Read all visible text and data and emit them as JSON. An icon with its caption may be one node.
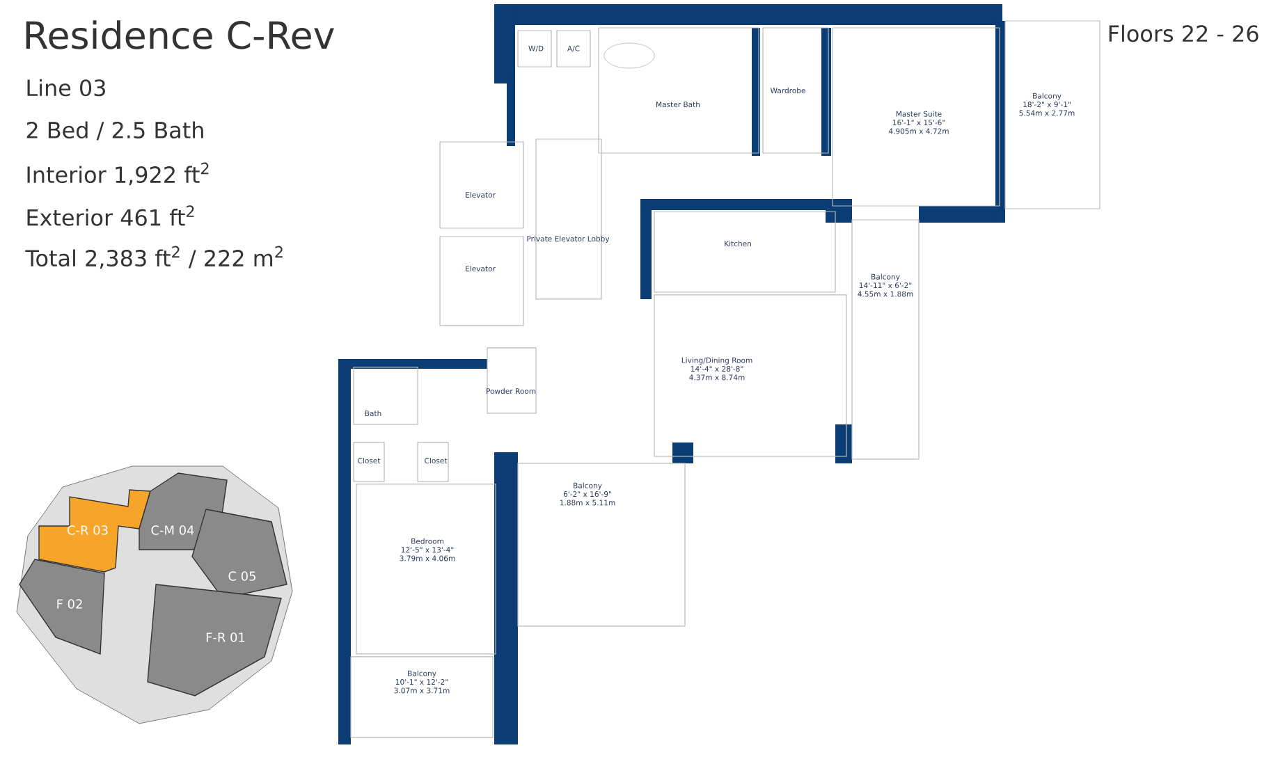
{
  "diagram": {
    "title": "Residence C-Rev",
    "nodes": [
      {
        "text": [
          "W/D"
        ]
      },
      {
        "text": [
          "A/C"
        ]
      },
      {
        "text": [
          "Master Bath"
        ]
      },
      {
        "text": [
          "Wardrobe"
        ]
      },
      {
        "text": [
          "Master Suite",
          "16'-1\" x 15'-6\"",
          "4.905m x 4.72m"
        ]
      },
      {
        "text": [
          "Balcony",
          "18'-2\" x 9'-1\"",
          "5.54m x 2.77m"
        ]
      },
      {
        "text": [
          "Elevator"
        ]
      },
      {
        "text": [
          "Private Elevator Lobby"
        ]
      },
      {
        "text": [
          "Kitchen"
        ]
      },
      {
        "text": [
          "Elevator"
        ]
      },
      {
        "text": [
          "Balcony",
          "14'-11\" x 6'-2\"",
          "4.55m x 1.88m"
        ]
      },
      {
        "text": [
          "Living/Dining Room",
          "14'-4\" x 28'-8\"",
          "4.37m x 8.74m"
        ]
      },
      {
        "text": [
          "Powder Room"
        ]
      },
      {
        "text": [
          "Bath"
        ]
      },
      {
        "text": [
          "Closet"
        ]
      },
      {
        "text": [
          "Closet"
        ]
      },
      {
        "text": [
          "Balcony",
          "6'-2\" x 16'-9\"",
          "1.88m x 5.11m"
        ]
      },
      {
        "text": [
          "Bedroom",
          "12'-5\" x 13'-4\"",
          "3.79m x 4.06m"
        ]
      },
      {
        "text": [
          "Balcony",
          "10'-1\" x 12'-2\"",
          "3.07m x 3.71m"
        ]
      },
      {
        "text": [
          "C-R 03"
        ]
      },
      {
        "text": [
          "C-M 04"
        ]
      },
      {
        "text": [
          "C 05"
        ]
      },
      {
        "text": [
          "F 02"
        ]
      },
      {
        "text": [
          "F-R 01"
        ]
      }
    ],
    "labels": [
      "Line 03",
      "2 Bed / 2.5 Bath",
      "Interior 1,922 ft$^{2}$",
      "Exterior 461 ft$^{2}$",
      "Total 2,383 ft$^{2}$ / 222 m$^{2}$",
      "Floors 22 - 26"
    ]
  }
}
